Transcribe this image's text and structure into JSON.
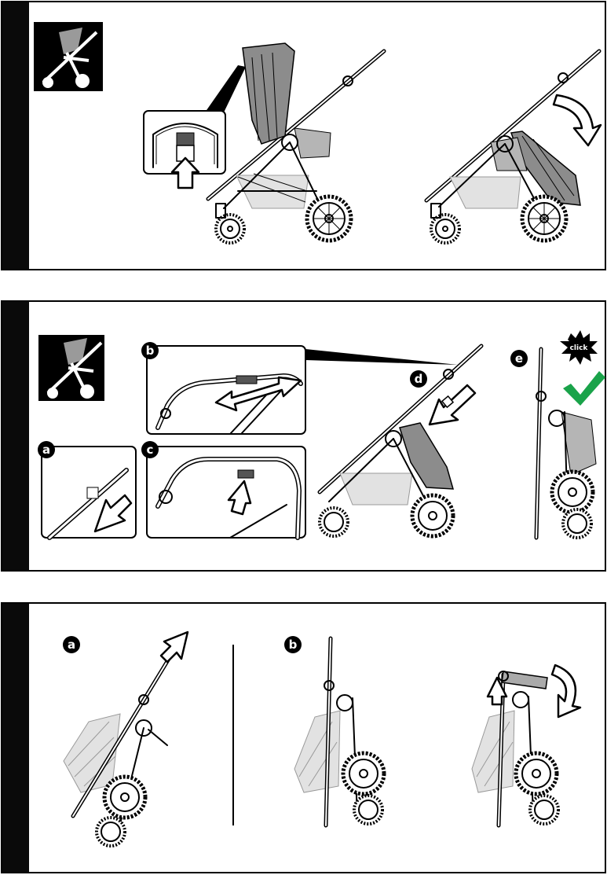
{
  "panel2": {
    "labels": {
      "a": "a",
      "b": "b",
      "c": "c",
      "d": "d",
      "e": "e"
    },
    "click_text": "click",
    "check_color": "#1aa34a"
  },
  "panel3": {
    "labels": {
      "a": "a",
      "b": "b"
    }
  },
  "icons": [
    "stroller-seat-icon",
    "stroller-seat-icon"
  ]
}
